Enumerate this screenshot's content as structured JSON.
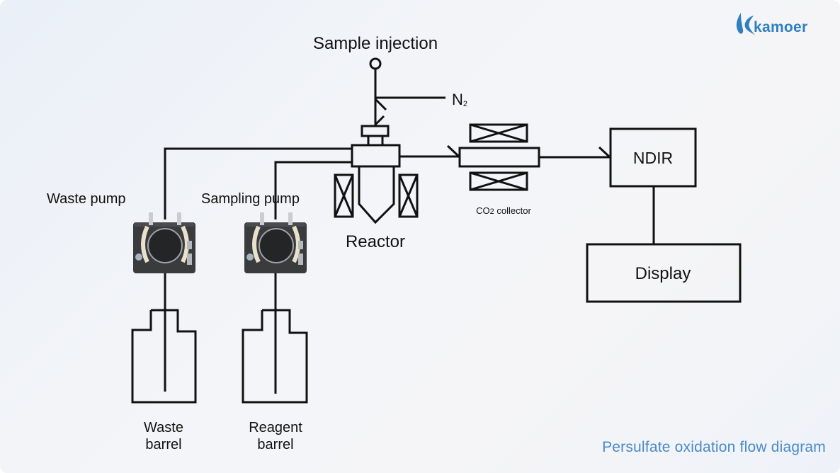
{
  "brand": {
    "name": "kamoer",
    "color": "#2f7fc1"
  },
  "caption": {
    "text": "Persulfate oxidation flow diagram",
    "color": "#4a8ac8"
  },
  "labels": {
    "sample_injection": "Sample injection",
    "n2": "N",
    "n2_sub": "2",
    "reactor": "Reactor",
    "co2_collector_prefix": "CO",
    "co2_collector_sub": "2",
    "co2_collector_suffix": " collector",
    "ndir": "NDIR",
    "display": "Display",
    "waste_pump": "Waste pump",
    "sampling_pump": "Sampling pump",
    "waste_barrel_line1": "Waste",
    "waste_barrel_line2": "barrel",
    "reagent_barrel_line1": "Reagent",
    "reagent_barrel_line2": "barrel"
  },
  "icons": {
    "logo": "kamoer-droplet-logo",
    "pump": "peristaltic-pump-icon",
    "heater": "heater-coil-icon",
    "injection_port": "injection-port-icon"
  }
}
